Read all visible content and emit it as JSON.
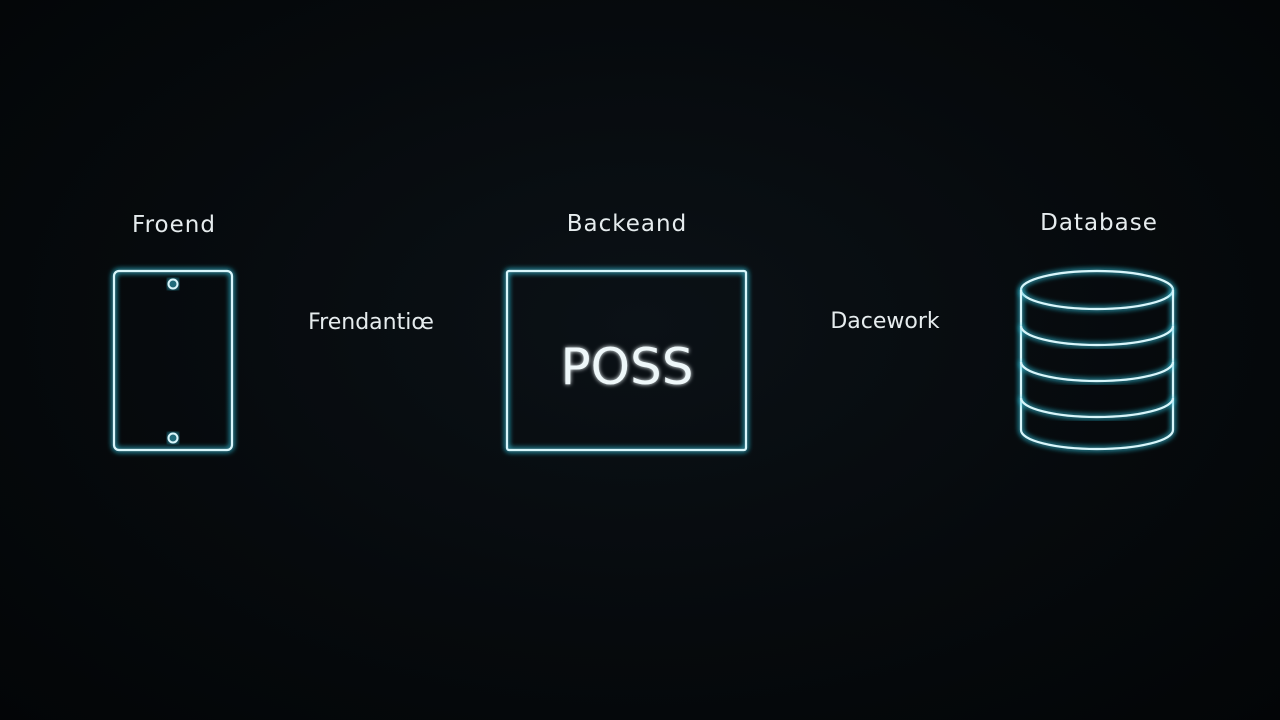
{
  "nodes": {
    "frontend": {
      "label": "Froend",
      "icon": "tablet-icon"
    },
    "backend": {
      "label": "Backeand",
      "inner_text": "POSS",
      "icon": "server-box"
    },
    "database": {
      "label": "Database",
      "icon": "database-icon"
    }
  },
  "connectors": {
    "left": {
      "label": "Frendantiœ"
    },
    "right": {
      "label": "Dacework"
    }
  },
  "colors": {
    "background": "#05090c",
    "line": "#d8f6fb",
    "glow": "#37c6e0",
    "text": "#e6ecee"
  }
}
